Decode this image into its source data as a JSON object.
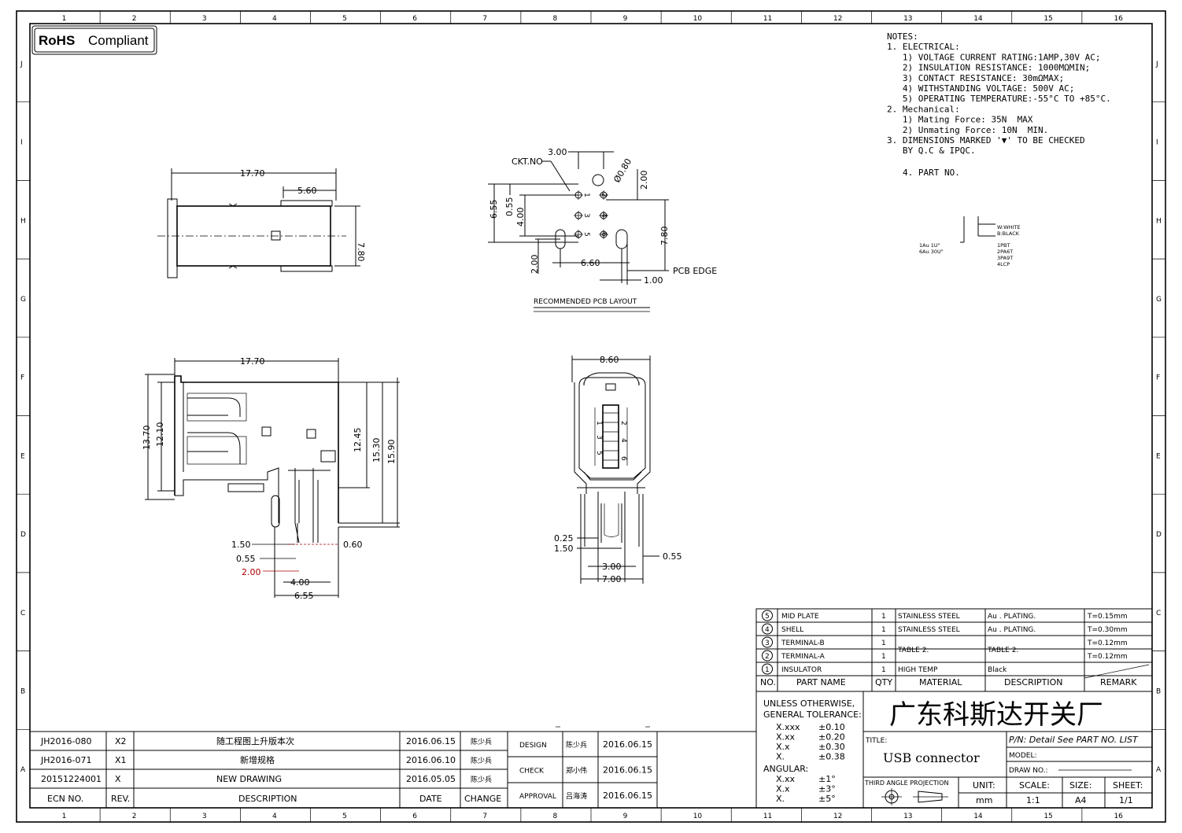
{
  "rohs": {
    "bold": "RoHS",
    "text": "Compliant"
  },
  "border": {
    "columns": [
      "1",
      "2",
      "3",
      "4",
      "5",
      "6",
      "7",
      "8",
      "9",
      "10",
      "11",
      "12",
      "13",
      "14",
      "15",
      "16"
    ],
    "rows": [
      "J",
      "I",
      "H",
      "G",
      "F",
      "E",
      "D",
      "C",
      "B",
      "A"
    ]
  },
  "notes": {
    "lines": [
      "NOTES:",
      "1. ELECTRICAL:",
      "   1) VOLTAGE CURRENT RATING:1AMP,30V AC;",
      "   2) INSULATION RESISTANCE: 1000MΩMIN;",
      "   3) CONTACT RESISTANCE: 30mΩMAX;",
      "   4) WITHSTANDING VOLTAGE: 500V AC;",
      "   5) OPERATING TEMPERATURE:-55°C TO +85°C.",
      "2. Mechanical:",
      "   1) Mating Force: 35N  MAX",
      "   2) Unmating Force: 10N  MIN.",
      "3. DIMENSIONS MARKED '▼' TO BE CHECKED",
      "   BY Q.C & IPQC."
    ],
    "part_no": "4. PART NO.",
    "part_left": [
      "1Au 1U\"",
      "6Au 30U\""
    ],
    "part_right_a": [
      "W:WHITE",
      "B:BLACK"
    ],
    "part_right_b": [
      "1PBT",
      "2PA6T",
      "3PA9T",
      "4LCP"
    ]
  },
  "top_view": {
    "d1": "17.70",
    "d2": "5.60",
    "d3": "7.80"
  },
  "pcb_layout": {
    "title": "RECOMMENDED PCB LAYOUT",
    "ckt": "CKT.NO",
    "d_300": "3.00",
    "d_080": "Ø0.80",
    "d_200v": "2.00",
    "d_655": "6.55",
    "d_055": "0.55",
    "d_400": "4.00",
    "d_780": "7.80",
    "d_200b": "2.00",
    "d_660": "6.60",
    "d_100": "1.00",
    "pcb_edge": "PCB EDGE",
    "pins": [
      "1",
      "2",
      "3",
      "4",
      "5",
      "6"
    ]
  },
  "side_view": {
    "d_1770": "17.70",
    "d_1370": "13.70",
    "d_1210": "12.10",
    "d_1245": "12.45",
    "d_1530": "15.30",
    "d_1590": "15.90",
    "d_150": "1.50",
    "d_060": "0.60",
    "d_055": "0.55",
    "d_200": "2.00",
    "d_400": "4.00",
    "d_655": "6.55"
  },
  "front_view": {
    "d_860": "8.60",
    "d_025": "0.25",
    "d_150": "1.50",
    "d_055": "0.55",
    "d_300": "3.00",
    "d_700": "7.00",
    "pins": [
      "1",
      "2",
      "3",
      "4",
      "5",
      "6"
    ]
  },
  "bom": {
    "rows": [
      {
        "no": "5",
        "name": "MID PLATE",
        "qty": "1",
        "material": "STAINLESS STEEL",
        "desc": "Au . PLATING.",
        "remark": "T=0.15mm"
      },
      {
        "no": "4",
        "name": "SHELL",
        "qty": "1",
        "material": "STAINLESS STEEL",
        "desc": "Au . PLATING.",
        "remark": "T=0.30mm"
      },
      {
        "no": "3",
        "name": "TERMINAL-B",
        "qty": "1",
        "material": "TABLE 2:",
        "desc": "TABLE 2:",
        "remark": "T=0.12mm"
      },
      {
        "no": "2",
        "name": "TERMINAL-A",
        "qty": "1",
        "material": "",
        "desc": "",
        "remark": "T=0.12mm"
      },
      {
        "no": "1",
        "name": "INSULATOR",
        "qty": "1",
        "material": "HIGH TEMP",
        "desc": "Black",
        "remark": ""
      }
    ],
    "header": {
      "no": "NO.",
      "name": "PART NAME",
      "qty": "QTY",
      "material": "MATERIAL",
      "desc": "DESCRIPTION",
      "remark": "REMARK"
    }
  },
  "tolerance": {
    "title1": "UNLESS OTHERWISE,",
    "title2": "GENERAL TOLERANCE:",
    "rows": [
      [
        "X.xxx",
        "±0.10"
      ],
      [
        "X.xx",
        "±0.20"
      ],
      [
        "X.x",
        "±0.30"
      ],
      [
        "X.",
        "±0.38"
      ]
    ],
    "angular": "ANGULAR:",
    "ang_rows": [
      [
        "X.xx",
        "±1°"
      ],
      [
        "X.x",
        "±3°"
      ],
      [
        "X.",
        "±5°"
      ]
    ]
  },
  "company": "广东科斯达开关厂",
  "title_block": {
    "title_label": "TITLE:",
    "title": "USB connector",
    "pn": "P/N: Detail See PART NO. LIST",
    "model": "MODEL:",
    "drawno": "DRAW NO.:",
    "projection": "THIRD ANGLE PROJECTION",
    "unit_l": "UNIT:",
    "unit": "mm",
    "scale_l": "SCALE:",
    "scale": "1:1",
    "size_l": "SIZE:",
    "size": "A4",
    "sheet_l": "SHEET:",
    "sheet": "1/1"
  },
  "approval": [
    {
      "role": "DESIGN",
      "name": "陈少兵",
      "date": "2016.06.15"
    },
    {
      "role": "CHECK",
      "name": "郑小伟",
      "date": "2016.06.15"
    },
    {
      "role": "APPROVAL",
      "name": "吕海涛",
      "date": "2016.06.15"
    }
  ],
  "revisions": {
    "rows": [
      {
        "ecn": "JH2016-080",
        "rev": "X2",
        "desc": "随工程图上升版本次",
        "date": "2016.06.15",
        "change": "陈少兵"
      },
      {
        "ecn": "JH2016-071",
        "rev": "X1",
        "desc": "新增规格",
        "date": "2016.06.10",
        "change": "陈少兵"
      },
      {
        "ecn": "20151224001",
        "rev": "X",
        "desc": "NEW DRAWING",
        "date": "2016.05.05",
        "change": "陈少兵"
      }
    ],
    "header": {
      "ecn": "ECN NO.",
      "rev": "REV.",
      "desc": "DESCRIPTION",
      "date": "DATE",
      "change": "CHANGE"
    }
  }
}
